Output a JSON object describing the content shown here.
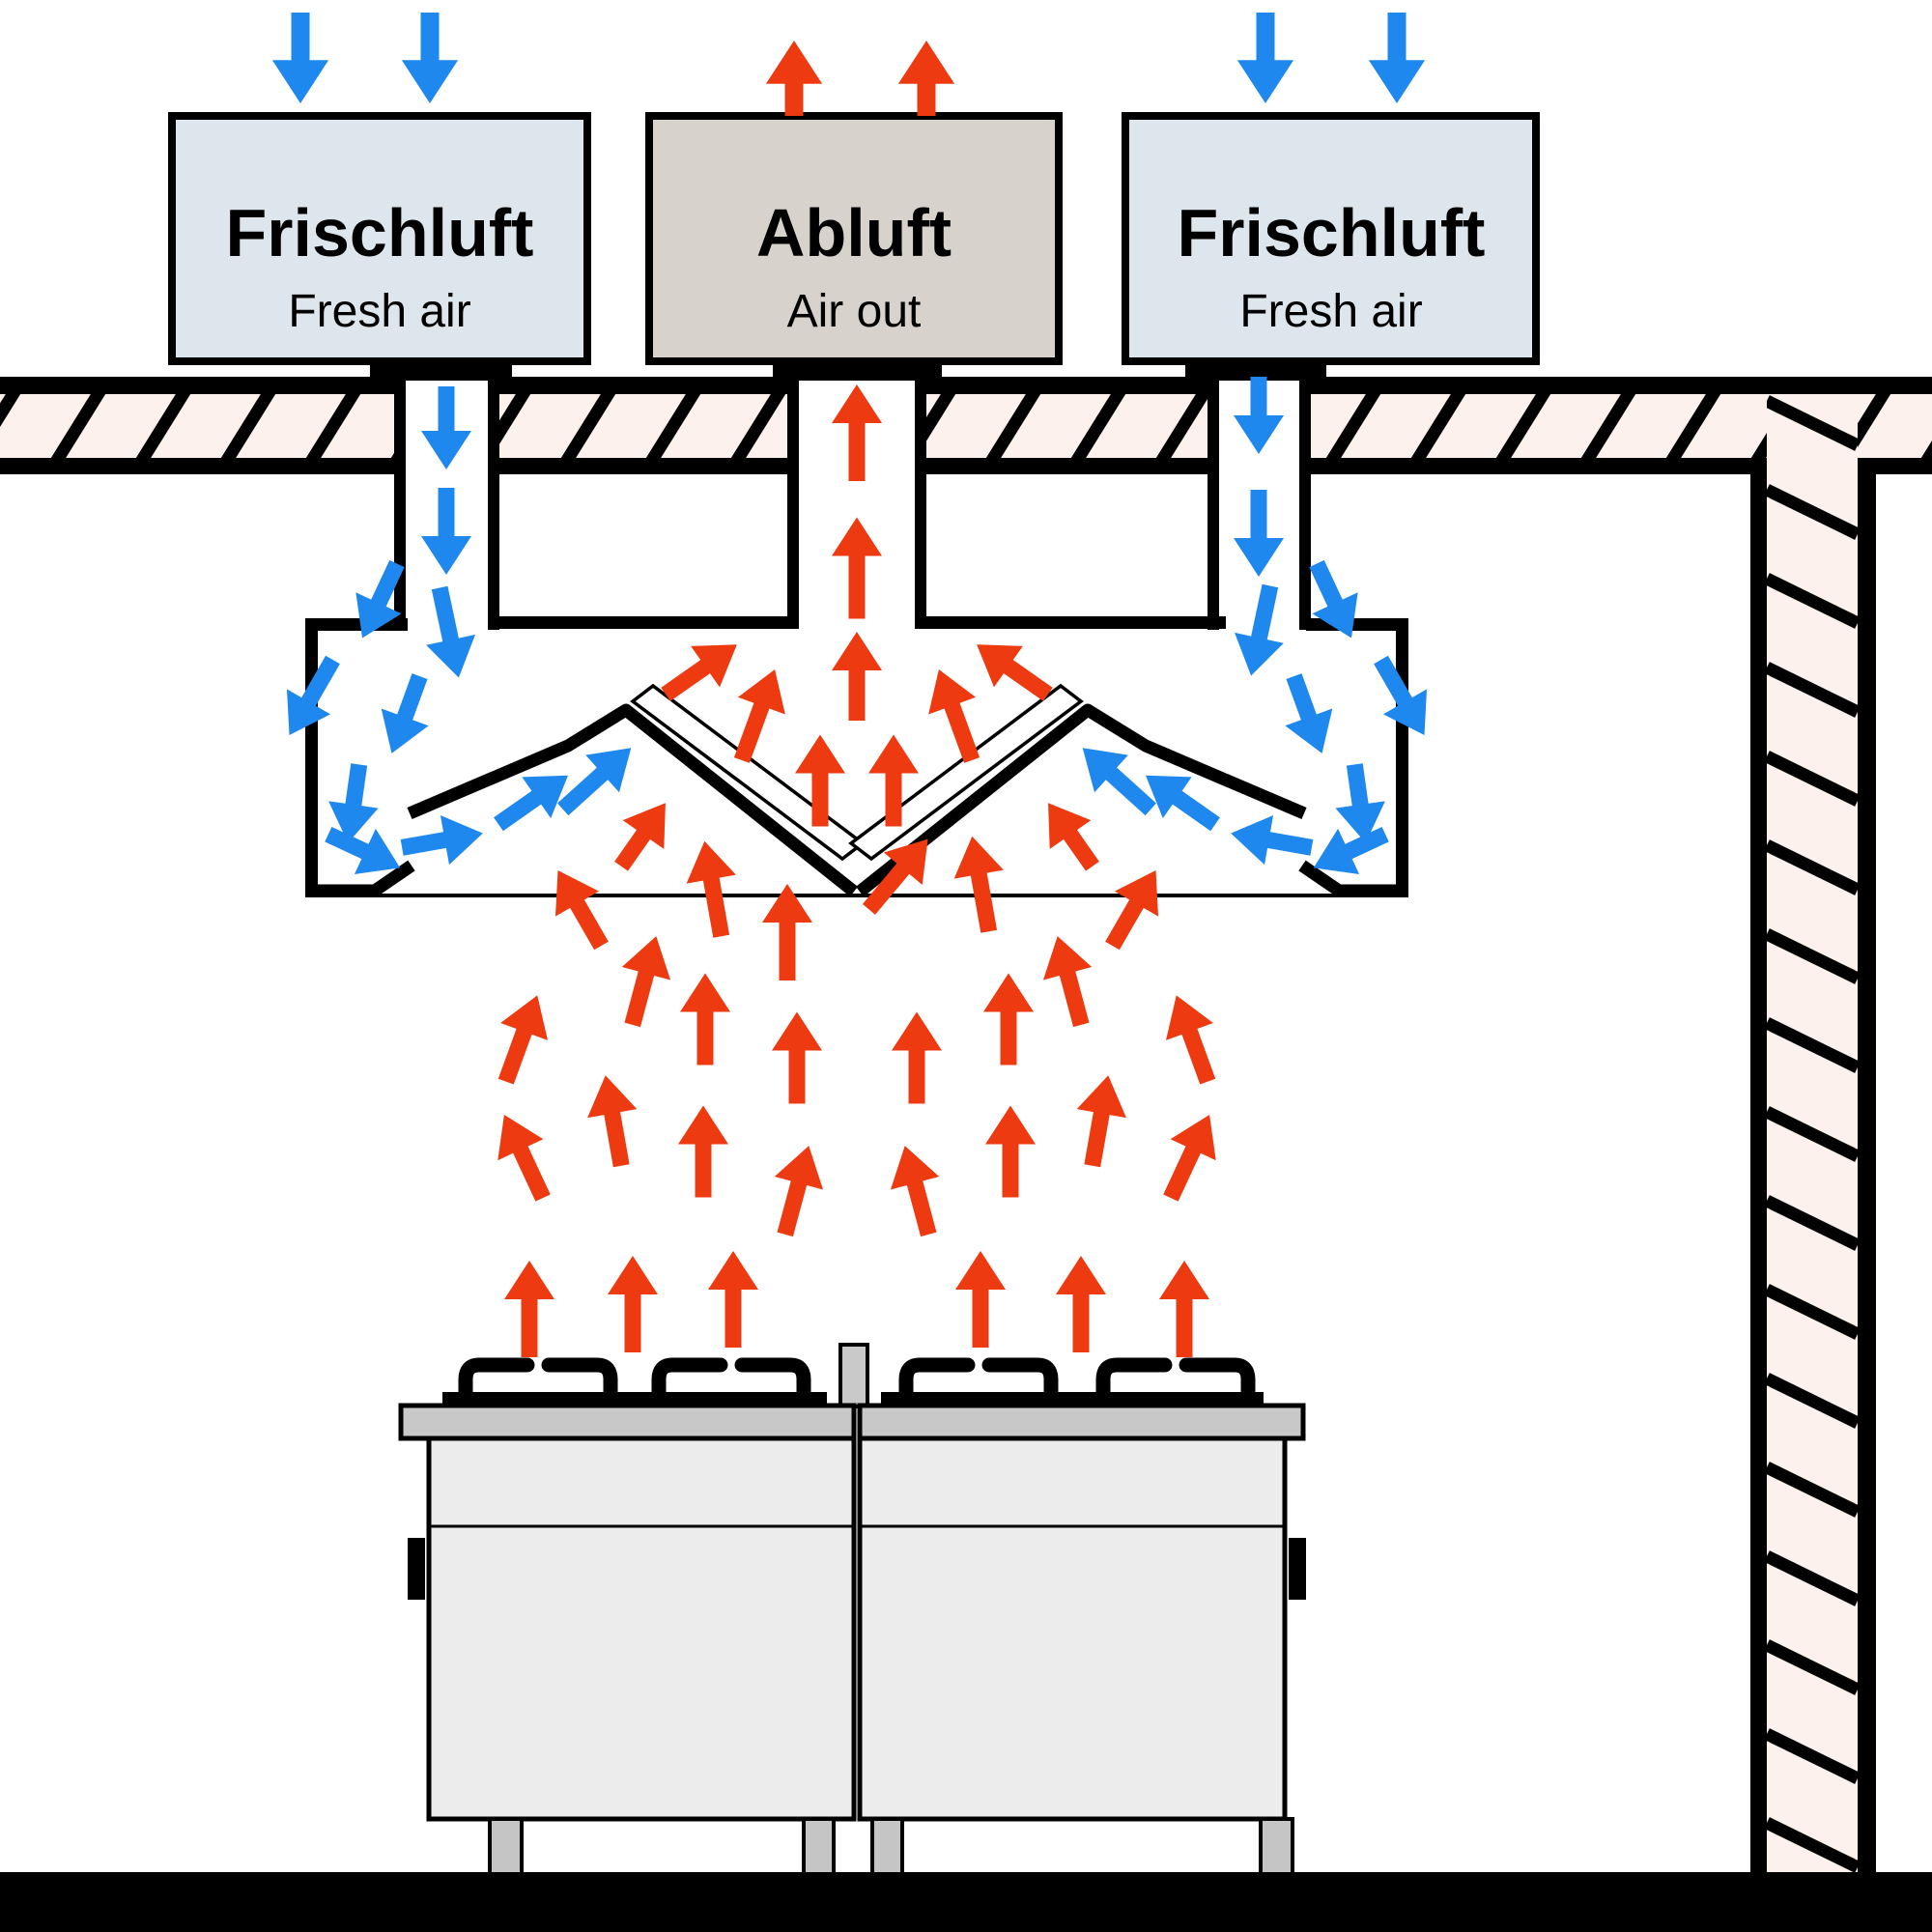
{
  "colors": {
    "fresh_air_blue": "#1e88ef",
    "exhaust_red": "#ee3a10",
    "fresh_box_fill": "#dce6ec",
    "exhaust_box_fill": "#d7d3cc",
    "hatch_fill": "#fdf1ed",
    "outline_black": "#000000",
    "stove_body": "#ececec",
    "stove_counter": "#c8c8c8",
    "stove_leg": "#c5c5c5"
  },
  "boxes": [
    {
      "id": "fresh-air-left",
      "title": "Frischluft",
      "subtitle": "Fresh air"
    },
    {
      "id": "air-out",
      "title": "Abluft",
      "subtitle": "Air out"
    },
    {
      "id": "fresh-air-right",
      "title": "Frischluft",
      "subtitle": "Fresh air"
    }
  ],
  "flow_arrows": {
    "blue": [
      [
        311,
        60,
        180,
        94,
        1.12
      ],
      [
        445,
        60,
        180,
        94,
        1.12
      ],
      [
        1310,
        60,
        180,
        94,
        1.12
      ],
      [
        1446,
        60,
        180,
        94,
        1.12
      ],
      [
        462,
        443,
        180,
        86,
        1
      ],
      [
        462,
        550,
        180,
        90,
        1
      ],
      [
        1303,
        430,
        180,
        80,
        1
      ],
      [
        1303,
        552,
        180,
        90,
        1
      ],
      [
        465,
        655,
        168,
        95,
        1
      ],
      [
        393,
        622,
        205,
        85,
        1
      ],
      [
        322,
        722,
        210,
        90,
        1
      ],
      [
        420,
        740,
        200,
        85,
        1
      ],
      [
        366,
        832,
        188,
        82,
        1
      ],
      [
        377,
        881,
        115,
        82,
        1
      ],
      [
        458,
        870,
        80,
        85,
        1
      ],
      [
        552,
        828,
        55,
        88,
        1
      ],
      [
        618,
        806,
        48,
        95,
        1
      ],
      [
        1305,
        653,
        192,
        95,
        1
      ],
      [
        1381,
        622,
        155,
        85,
        1
      ],
      [
        1452,
        722,
        150,
        90,
        1
      ],
      [
        1354,
        740,
        160,
        85,
        1
      ],
      [
        1408,
        832,
        172,
        82,
        1
      ],
      [
        1397,
        881,
        245,
        82,
        1
      ],
      [
        1316,
        870,
        280,
        85,
        1
      ],
      [
        1222,
        828,
        305,
        88,
        1
      ],
      [
        1156,
        806,
        312,
        95,
        1
      ]
    ],
    "red": [
      [
        822,
        81,
        0,
        78,
        1.12
      ],
      [
        959,
        81,
        0,
        78,
        1.12
      ],
      [
        887,
        448,
        0,
        100,
        1
      ],
      [
        887,
        588,
        0,
        105,
        1
      ],
      [
        887,
        700,
        0,
        92,
        1
      ],
      [
        849,
        808,
        0,
        95,
        1
      ],
      [
        925,
        808,
        0,
        95,
        1
      ],
      [
        726,
        693,
        55,
        90,
        1
      ],
      [
        785,
        740,
        20,
        100,
        1
      ],
      [
        666,
        864,
        35,
        80,
        1
      ],
      [
        1048,
        693,
        305,
        90,
        1
      ],
      [
        989,
        740,
        340,
        100,
        1
      ],
      [
        1108,
        864,
        325,
        80,
        1
      ],
      [
        600,
        940,
        330,
        90,
        1
      ],
      [
        738,
        920,
        350,
        100,
        1
      ],
      [
        815,
        965,
        0,
        100,
        1
      ],
      [
        930,
        905,
        40,
        95,
        1
      ],
      [
        1015,
        915,
        350,
        100,
        1
      ],
      [
        1174,
        940,
        30,
        90,
        1
      ],
      [
        540,
        1075,
        20,
        95,
        1
      ],
      [
        667,
        1015,
        15,
        95,
        1
      ],
      [
        730,
        1055,
        0,
        95,
        1
      ],
      [
        825,
        1095,
        0,
        95,
        1
      ],
      [
        1234,
        1075,
        340,
        95,
        1
      ],
      [
        1107,
        1015,
        345,
        95,
        1
      ],
      [
        1044,
        1055,
        0,
        95,
        1
      ],
      [
        949,
        1095,
        0,
        95,
        1
      ],
      [
        542,
        1197,
        335,
        95,
        1
      ],
      [
        635,
        1160,
        350,
        95,
        1
      ],
      [
        728,
        1192,
        0,
        95,
        1
      ],
      [
        825,
        1232,
        15,
        95,
        1
      ],
      [
        1232,
        1197,
        25,
        95,
        1
      ],
      [
        1139,
        1160,
        10,
        95,
        1
      ],
      [
        1046,
        1192,
        0,
        95,
        1
      ],
      [
        949,
        1232,
        345,
        95,
        1
      ],
      [
        548,
        1355,
        0,
        100,
        1
      ],
      [
        655,
        1350,
        0,
        100,
        1
      ],
      [
        759,
        1345,
        0,
        100,
        1
      ],
      [
        1226,
        1355,
        0,
        100,
        1
      ],
      [
        1119,
        1350,
        0,
        100,
        1
      ],
      [
        1015,
        1345,
        0,
        100,
        1
      ]
    ]
  }
}
